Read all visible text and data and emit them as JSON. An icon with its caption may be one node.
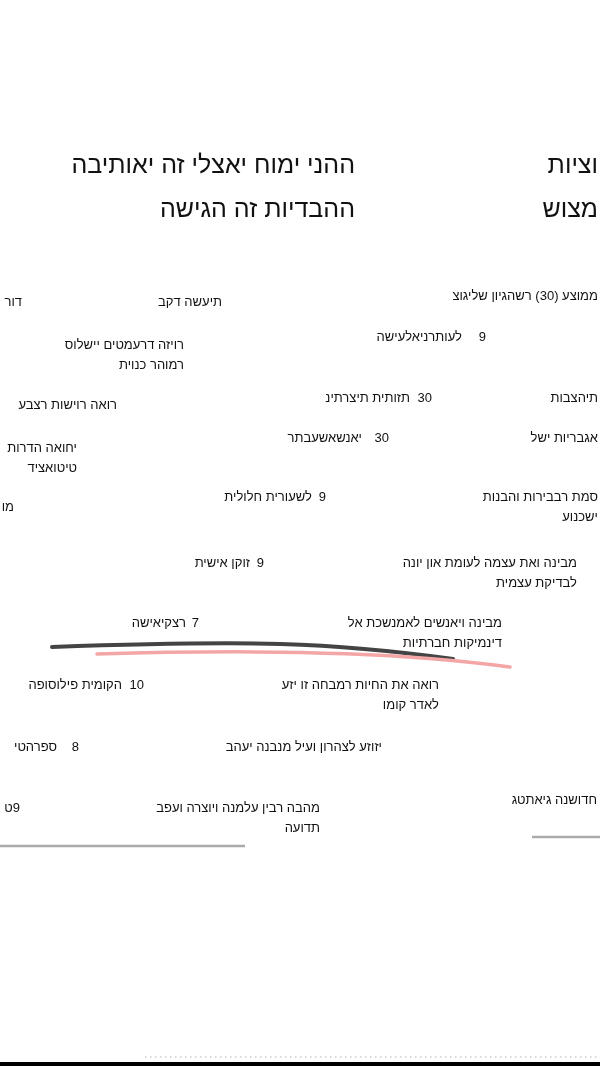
{
  "diagram": {
    "title": "ההני ימוח יאצלי זה יאותיבה ההבדיות זה הגישה",
    "labels": [
      "וציות מצוש",
      "ממוצע (30) רשהגיון שליגוצ",
      "תיעשה דקב",
      "דור",
      "9",
      "לעותרניאלעישה",
      "רויזה דרעמטים יישלוס רמוהר כנוית",
      "תיהצבות",
      "30",
      "תזותית תיצרתינ",
      "רואה רוישות רצבע",
      "אגבריות ישל",
      "30",
      "יאנשאשעבתר",
      "יחואה הדרות טיטואציד",
      "סמת רבבירות והבנות ישכנוע",
      "9",
      "לשעורית חלולית",
      "מו",
      "מבינה ואת עצמה לעומת און יונה לבדיקת עצמית",
      "9",
      "זוקן אישית",
      "מבינה ויאנשים לאמנשכת אל דינמיקות חברתיות",
      "7",
      "רצקיאישה",
      "10",
      "הקומית פילוסופה",
      "רואה את החיות רמבחה זו יזע לאדר קומו",
      "יזוזע לצהרון ועיל מנבנה יעהב",
      "8",
      "ספרהטי",
      "חדושנה גיאתטג",
      "מהבה רבין עלמנה ויוצרה ועפב תדועה",
      "9ט"
    ]
  }
}
